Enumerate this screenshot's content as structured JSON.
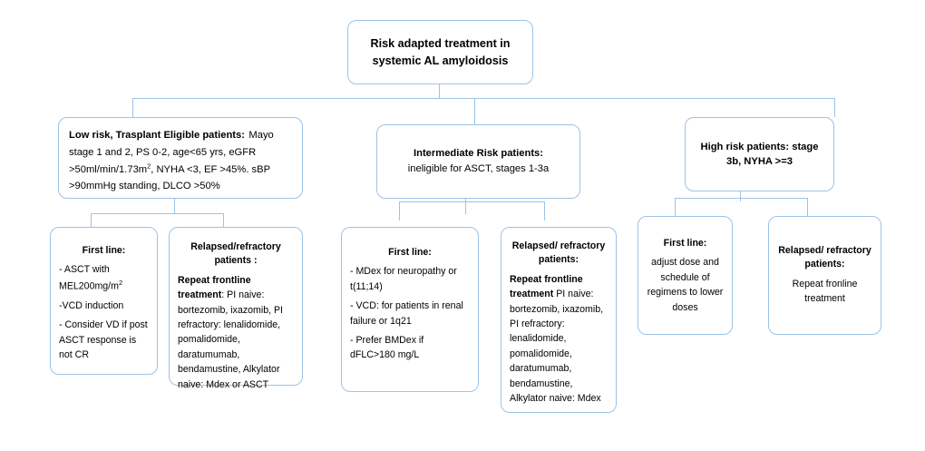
{
  "diagram": {
    "type": "flowchart",
    "title_box": {
      "label": "Risk adapted treatment in systemic AL amyloidosis"
    },
    "level2": [
      {
        "id": "low-risk",
        "heading": "Low risk, Trasplant Eligible patients:",
        "body_line1": "Mayo stage 1 and 2, PS 0-2, age<65 yrs, eGFR",
        "body_line2_pre": ">50ml/min/1.73m",
        "body_line2_sup": "2",
        "body_line2_post": ", NYHA <3, EF >45%. sBP",
        "body_line3": ">90mmHg standing, DLCO >50%"
      },
      {
        "id": "intermediate-risk",
        "heading": "Intermediate Risk patients:",
        "body": "ineligible for ASCT, stages 1-3a"
      },
      {
        "id": "high-risk",
        "heading": "High risk patients: stage 3b, NYHA >=3"
      }
    ],
    "level3": [
      {
        "id": "low-first-line",
        "heading": "First line:",
        "items": [
          "- ASCT with MEL200mg/m",
          "-VCD induction",
          "- Consider VD if post ASCT response is not CR"
        ],
        "item0_sup": "2"
      },
      {
        "id": "low-relapsed",
        "heading": "Relapsed/refractory patients :",
        "body_bold": "Repeat frontline treatment",
        "body_rest": ": PI naive: bortezomib, ixazomib, PI refractory: lenalidomide, pomalidomide, daratumumab, bendamustine, Alkylator naive: Mdex or ASCT"
      },
      {
        "id": "intermediate-first-line",
        "heading": "First line:",
        "items": [
          "- MDex for neuropathy or t(11;14)",
          "- VCD: for patients in renal failure or 1q21",
          "- Prefer BMDex if dFLC>180 mg/L"
        ]
      },
      {
        "id": "intermediate-relapsed",
        "heading": "Relapsed/ refractory patients:",
        "body_bold": "Repeat frontline treatment",
        "body_rest": " PI naive: bortezomib, ixazomib, PI refractory: lenalidomide, pomalidomide, daratumumab, bendamustine, Alkylator naive: Mdex"
      },
      {
        "id": "high-first-line",
        "heading": "First line:",
        "body": "adjust dose and schedule of regimens to lower doses"
      },
      {
        "id": "high-relapsed",
        "heading": "Relapsed/ refractory patients:",
        "body": "Repeat fronline treatment"
      }
    ],
    "colors": {
      "border": "#9dc3e6",
      "connector": "#9dc3e6",
      "background": "#ffffff",
      "text": "#000000"
    }
  }
}
